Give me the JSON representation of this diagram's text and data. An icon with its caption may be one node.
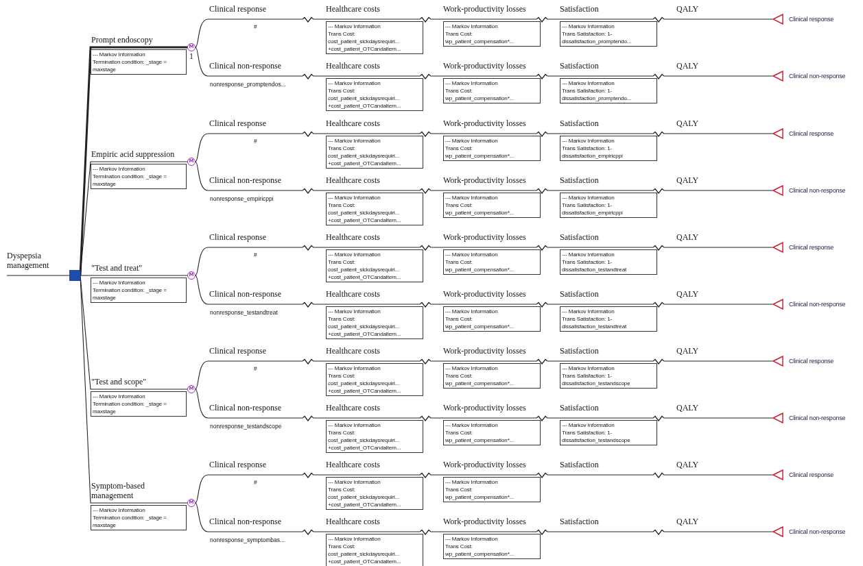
{
  "diagram": {
    "nodes": [
      {
        "text": [],
        "shape": "box"
      },
      {
        "text": [
          "M"
        ]
      },
      {
        "text": [
          "--- Markov Information",
          "Termination condition: _stage = maxstage"
        ]
      },
      {
        "text": [],
        "shape": "zigzag"
      },
      {
        "text": [
          "--- Markov Information",
          "Trans Cost:",
          "cost_patient_sickdaysrequiri...",
          "+cost_patient_OTCandaltern..."
        ]
      },
      {
        "text": [],
        "shape": "zigzag"
      },
      {
        "text": [
          "--- Markov Information",
          "Trans Cost:",
          "wp_patient_compensation*..."
        ]
      },
      {
        "text": [],
        "shape": "zigzag"
      },
      {
        "text": [
          "--- Markov Information",
          "Trans Satisfaction: 1-",
          "dissatisfaction_promptendo..."
        ]
      },
      {
        "text": [],
        "shape": "zigzag"
      },
      {
        "text": [],
        "shape": "triangle",
        "beside": [
          "Clinical response"
        ]
      },
      {
        "text": [],
        "shape": "zigzag"
      },
      {
        "text": [
          "--- Markov Information",
          "Trans Cost:",
          "cost_patient_sickdaysrequiri...",
          "+cost_patient_OTCandaltern..."
        ]
      },
      {
        "text": [],
        "shape": "zigzag"
      },
      {
        "text": [
          "--- Markov Information",
          "Trans Cost:",
          "wp_patient_compensation*..."
        ]
      },
      {
        "text": [],
        "shape": "zigzag"
      },
      {
        "text": [
          "--- Markov Information",
          "Trans Satisfaction: 1-",
          "dissatisfaction_promptendo..."
        ]
      },
      {
        "text": [],
        "shape": "zigzag"
      },
      {
        "text": [],
        "shape": "triangle",
        "beside": [
          "Clinical non-response"
        ]
      },
      {
        "text": [
          "M"
        ]
      },
      {
        "text": [
          "--- Markov Information",
          "Termination condition: _stage = maxstage"
        ]
      },
      {
        "text": [],
        "shape": "zigzag"
      },
      {
        "text": [
          "--- Markov Information",
          "Trans Cost:",
          "cost_patient_sickdaysrequiri...",
          "+cost_patient_OTCandaltern..."
        ]
      },
      {
        "text": [],
        "shape": "zigzag"
      },
      {
        "text": [
          "--- Markov Information",
          "Trans Cost:",
          "wp_patient_compensation*..."
        ]
      },
      {
        "text": [],
        "shape": "zigzag"
      },
      {
        "text": [
          "--- Markov Information",
          "Trans Satisfaction: 1-",
          "dissatisfaction_empiricppi"
        ]
      },
      {
        "text": [],
        "shape": "zigzag"
      },
      {
        "text": [],
        "shape": "triangle",
        "beside": [
          "Clinical response"
        ]
      },
      {
        "text": [],
        "shape": "zigzag"
      },
      {
        "text": [
          "--- Markov Information",
          "Trans Cost:",
          "cost_patient_sickdaysrequiri...",
          "+cost_patient_OTCandaltern..."
        ]
      },
      {
        "text": [],
        "shape": "zigzag"
      },
      {
        "text": [
          "--- Markov Information",
          "Trans Cost:",
          "wp_patient_compensation*..."
        ]
      },
      {
        "text": [],
        "shape": "zigzag"
      },
      {
        "text": [
          "--- Markov Information",
          "Trans Satisfaction: 1-",
          "dissatisfaction_empiricppi"
        ]
      },
      {
        "text": [],
        "shape": "zigzag"
      },
      {
        "text": [],
        "shape": "triangle",
        "beside": [
          "Clinical non-response"
        ]
      },
      {
        "text": [
          "M"
        ]
      },
      {
        "text": [
          "--- Markov Information",
          "Termination condition: _stage = maxstage"
        ]
      },
      {
        "text": [],
        "shape": "zigzag"
      },
      {
        "text": [
          "--- Markov Information",
          "Trans Cost:",
          "cost_patient_sickdaysrequiri...",
          "+cost_patient_OTCandaltern..."
        ]
      },
      {
        "text": [],
        "shape": "zigzag"
      },
      {
        "text": [
          "--- Markov Information",
          "Trans Cost:",
          "wp_patient_compensation*..."
        ]
      },
      {
        "text": [],
        "shape": "zigzag"
      },
      {
        "text": [
          "--- Markov Information",
          "Trans Satisfaction: 1-",
          "dissatisfaction_testandtreat"
        ]
      },
      {
        "text": [],
        "shape": "zigzag"
      },
      {
        "text": [],
        "shape": "triangle",
        "beside": [
          "Clinical response"
        ]
      },
      {
        "text": [],
        "shape": "zigzag"
      },
      {
        "text": [
          "--- Markov Information",
          "Trans Cost:",
          "cost_patient_sickdaysrequiri...",
          "+cost_patient_OTCandaltern..."
        ]
      },
      {
        "text": [],
        "shape": "zigzag"
      },
      {
        "text": [
          "--- Markov Information",
          "Trans Cost:",
          "wp_patient_compensation*..."
        ]
      },
      {
        "text": [],
        "shape": "zigzag"
      },
      {
        "text": [
          "--- Markov Information",
          "Trans Satisfaction: 1-",
          "dissatisfaction_testandtreat"
        ]
      },
      {
        "text": [],
        "shape": "zigzag"
      },
      {
        "text": [],
        "shape": "triangle",
        "beside": [
          "Clinical non-response"
        ]
      },
      {
        "text": [
          "M"
        ]
      },
      {
        "text": [
          "--- Markov Information",
          "Termination condition: _stage = maxstage"
        ]
      },
      {
        "text": [],
        "shape": "zigzag"
      },
      {
        "text": [
          "--- Markov Information",
          "Trans Cost:",
          "cost_patient_sickdaysrequiri...",
          "+cost_patient_OTCandaltern..."
        ]
      },
      {
        "text": [],
        "shape": "zigzag"
      },
      {
        "text": [
          "--- Markov Information",
          "Trans Cost:",
          "wp_patient_compensation*..."
        ]
      },
      {
        "text": [],
        "shape": "zigzag"
      },
      {
        "text": [
          "--- Markov Information",
          "Trans Satisfaction: 1-",
          "dissatisfaction_testandscope"
        ]
      },
      {
        "text": [],
        "shape": "zigzag"
      },
      {
        "text": [],
        "shape": "triangle",
        "beside": [
          "Clinical response"
        ]
      },
      {
        "text": [],
        "shape": "zigzag"
      },
      {
        "text": [
          "--- Markov Information",
          "Trans Cost:",
          "cost_patient_sickdaysrequiri...",
          "+cost_patient_OTCandaltern..."
        ]
      },
      {
        "text": [],
        "shape": "zigzag"
      },
      {
        "text": [
          "--- Markov Information",
          "Trans Cost:",
          "wp_patient_compensation*..."
        ]
      },
      {
        "text": [],
        "shape": "zigzag"
      },
      {
        "text": [
          "--- Markov Information",
          "Trans Satisfaction: 1-",
          "dissatisfaction_testandscope"
        ]
      },
      {
        "text": [],
        "shape": "zigzag"
      },
      {
        "text": [],
        "shape": "triangle",
        "beside": [
          "Clinical non-response"
        ]
      },
      {
        "text": [
          "M"
        ]
      },
      {
        "text": [
          "--- Markov Information",
          "Termination condition: _stage = maxstage"
        ]
      },
      {
        "text": [],
        "shape": "zigzag"
      },
      {
        "text": [
          "--- Markov Information",
          "Trans Cost:",
          "cost_patient_sickdaysrequiri...",
          "+cost_patient_OTCandaltern..."
        ]
      },
      {
        "text": [],
        "shape": "zigzag"
      },
      {
        "text": [
          "--- Markov Information",
          "Trans Cost:",
          "wp_patient_compensation*..."
        ]
      },
      {
        "text": [],
        "shape": "zigzag"
      },
      {
        "text": [],
        "shape": "zigzag"
      },
      {
        "text": [],
        "shape": "triangle",
        "beside": [
          "Clinical response"
        ]
      },
      {
        "text": [],
        "shape": "zigzag"
      },
      {
        "text": [
          "--- Markov Information",
          "Trans Cost:",
          "cost_patient_sickdaysrequiri...",
          "+cost_patient_OTCandaltern..."
        ]
      },
      {
        "text": [],
        "shape": "zigzag"
      },
      {
        "text": [
          "--- Markov Information",
          "Trans Cost:",
          "wp_patient_compensation*..."
        ]
      },
      {
        "text": [],
        "shape": "zigzag"
      },
      {
        "text": [],
        "shape": "zigzag"
      },
      {
        "text": [],
        "shape": "triangle",
        "beside": [
          "Clinical non-response"
        ]
      }
    ],
    "edges": [
      {
        "from": null,
        "to": 0,
        "label": "Dyspepsia management",
        "arrow": "none"
      },
      {
        "from": 0,
        "to": 1,
        "label": "Prompt endoscopy",
        "arrow": "none",
        "style": "thick"
      },
      {
        "from": 1,
        "to": 3,
        "label": "Clinical response",
        "arrow": "none"
      },
      {
        "from": 3,
        "to": 5,
        "label": "Healthcare costs",
        "arrow": "none"
      },
      {
        "from": 5,
        "to": 7,
        "label": "Work-productivity losses",
        "arrow": "none"
      },
      {
        "from": 7,
        "to": 9,
        "label": "Satisfaction",
        "arrow": "none"
      },
      {
        "from": 9,
        "to": 10,
        "label": "QALY",
        "arrow": "none"
      },
      {
        "from": 1,
        "to": 11,
        "label": "Clinical non-response",
        "arrow": "none"
      },
      {
        "from": 11,
        "to": 13,
        "label": "Healthcare costs",
        "arrow": "none"
      },
      {
        "from": 13,
        "to": 15,
        "label": "Work-productivity losses",
        "arrow": "none"
      },
      {
        "from": 15,
        "to": 17,
        "label": "Satisfaction",
        "arrow": "none"
      },
      {
        "from": 17,
        "to": 18,
        "label": "QALY",
        "arrow": "none"
      },
      {
        "from": 0,
        "to": 19,
        "label": "Empiric acid suppression",
        "arrow": "none"
      },
      {
        "from": 19,
        "to": 21,
        "label": "Clinical response",
        "arrow": "none"
      },
      {
        "from": 21,
        "to": 23,
        "label": "Healthcare costs",
        "arrow": "none"
      },
      {
        "from": 23,
        "to": 25,
        "label": "Work-productivity losses",
        "arrow": "none"
      },
      {
        "from": 25,
        "to": 27,
        "label": "Satisfaction",
        "arrow": "none"
      },
      {
        "from": 27,
        "to": 28,
        "label": "QALY",
        "arrow": "none"
      },
      {
        "from": 19,
        "to": 29,
        "label": "Clinical non-response",
        "arrow": "none"
      },
      {
        "from": 29,
        "to": 31,
        "label": "Healthcare costs",
        "arrow": "none"
      },
      {
        "from": 31,
        "to": 33,
        "label": "Work-productivity losses",
        "arrow": "none"
      },
      {
        "from": 33,
        "to": 35,
        "label": "Satisfaction",
        "arrow": "none"
      },
      {
        "from": 35,
        "to": 36,
        "label": "QALY",
        "arrow": "none"
      },
      {
        "from": 0,
        "to": 37,
        "label": "\"Test and treat\"",
        "arrow": "none"
      },
      {
        "from": 37,
        "to": 39,
        "label": "Clinical response",
        "arrow": "none"
      },
      {
        "from": 39,
        "to": 41,
        "label": "Healthcare costs",
        "arrow": "none"
      },
      {
        "from": 41,
        "to": 43,
        "label": "Work-productivity losses",
        "arrow": "none"
      },
      {
        "from": 43,
        "to": 45,
        "label": "Satisfaction",
        "arrow": "none"
      },
      {
        "from": 45,
        "to": 46,
        "label": "QALY",
        "arrow": "none"
      },
      {
        "from": 37,
        "to": 47,
        "label": "Clinical non-response",
        "arrow": "none"
      },
      {
        "from": 47,
        "to": 49,
        "label": "Healthcare costs",
        "arrow": "none"
      },
      {
        "from": 49,
        "to": 51,
        "label": "Work-productivity losses",
        "arrow": "none"
      },
      {
        "from": 51,
        "to": 53,
        "label": "Satisfaction",
        "arrow": "none"
      },
      {
        "from": 53,
        "to": 54,
        "label": "QALY",
        "arrow": "none"
      },
      {
        "from": 0,
        "to": 55,
        "label": "\"Test and scope\"",
        "arrow": "none"
      },
      {
        "from": 55,
        "to": 57,
        "label": "Clinical response",
        "arrow": "none"
      },
      {
        "from": 57,
        "to": 59,
        "label": "Healthcare costs",
        "arrow": "none"
      },
      {
        "from": 59,
        "to": 61,
        "label": "Work-productivity losses",
        "arrow": "none"
      },
      {
        "from": 61,
        "to": 63,
        "label": "Satisfaction",
        "arrow": "none"
      },
      {
        "from": 63,
        "to": 64,
        "label": "QALY",
        "arrow": "none"
      },
      {
        "from": 55,
        "to": 65,
        "label": "Clinical non-response",
        "arrow": "none"
      },
      {
        "from": 65,
        "to": 67,
        "label": "Healthcare costs",
        "arrow": "none"
      },
      {
        "from": 67,
        "to": 69,
        "label": "Work-productivity losses",
        "arrow": "none"
      },
      {
        "from": 69,
        "to": 71,
        "label": "Satisfaction",
        "arrow": "none"
      },
      {
        "from": 71,
        "to": 72,
        "label": "QALY",
        "arrow": "none"
      },
      {
        "from": 0,
        "to": 73,
        "label": "Symptom-based management",
        "arrow": "none"
      },
      {
        "from": 73,
        "to": 75,
        "label": "Clinical response",
        "arrow": "none"
      },
      {
        "from": 75,
        "to": 77,
        "label": "Healthcare costs",
        "arrow": "none"
      },
      {
        "from": 77,
        "to": 79,
        "label": "Work-productivity losses",
        "arrow": "none"
      },
      {
        "from": 79,
        "to": 80,
        "label": "Satisfaction",
        "arrow": "none"
      },
      {
        "from": 80,
        "to": 81,
        "label": "QALY",
        "arrow": "none"
      },
      {
        "from": 73,
        "to": 82,
        "label": "Clinical non-response",
        "arrow": "none"
      },
      {
        "from": 82,
        "to": 84,
        "label": "Healthcare costs",
        "arrow": "none"
      },
      {
        "from": 84,
        "to": 86,
        "label": "Work-productivity losses",
        "arrow": "none"
      },
      {
        "from": 86,
        "to": 87,
        "label": "Satisfaction",
        "arrow": "none"
      },
      {
        "from": 87,
        "to": 88,
        "label": "QALY",
        "arrow": "none"
      }
    ],
    "labels": [
      "1",
      "#",
      "nonresponse_promptendos...",
      "#",
      "nonresponse_empiricppi",
      "#",
      "nonresponse_testandtreat",
      "#",
      "nonresponse_testandscope",
      "#",
      "nonresponse_symptombas..."
    ]
  }
}
